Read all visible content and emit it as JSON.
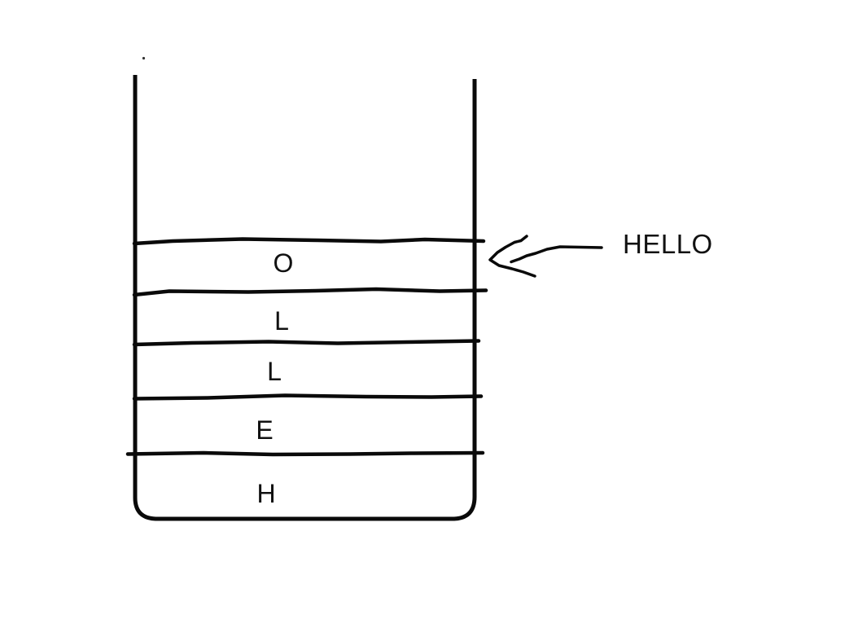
{
  "diagram": {
    "kind": "hand-drawn stack diagram",
    "stack": {
      "letters": [
        "O",
        "L",
        "L",
        "E",
        "H"
      ],
      "order": "top-to-bottom"
    },
    "annotation": {
      "label": "HELLO"
    },
    "colors": {
      "line": "#0a0a0a",
      "text": "#111111",
      "background": "#ffffff"
    }
  }
}
